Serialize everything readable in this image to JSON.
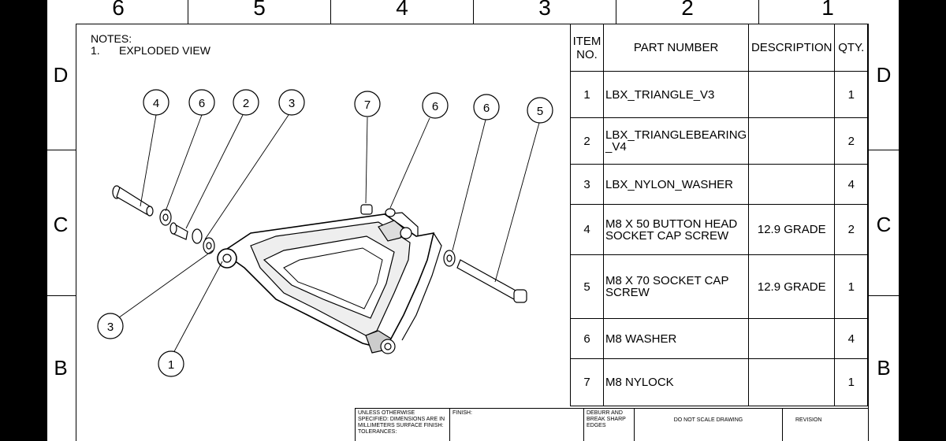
{
  "zones": {
    "columns": [
      "6",
      "5",
      "4",
      "3",
      "2",
      "1"
    ],
    "rows": [
      "D",
      "C",
      "B"
    ]
  },
  "notes": {
    "heading": "NOTES:",
    "item_number": "1.",
    "item_text": "EXPLODED VIEW"
  },
  "bom": {
    "headers": {
      "item": "ITEM NO.",
      "part_number": "PART NUMBER",
      "description": "DESCRIPTION",
      "qty": "QTY."
    },
    "rows": [
      {
        "item": "1",
        "part_number": "LBX_TRIANGLE_V3",
        "description": "",
        "qty": "1"
      },
      {
        "item": "2",
        "part_number": "LBX_TRIANGLEBEARING _V4",
        "description": "",
        "qty": "2"
      },
      {
        "item": "3",
        "part_number": "LBX_NYLON_WASHER",
        "description": "",
        "qty": "4"
      },
      {
        "item": "4",
        "part_number": "M8 X 50 BUTTON HEAD SOCKET CAP SCREW",
        "description": "12.9 GRADE",
        "qty": "2"
      },
      {
        "item": "5",
        "part_number": "M8 X 70 SOCKET CAP SCREW",
        "description": "12.9 GRADE",
        "qty": "1"
      },
      {
        "item": "6",
        "part_number": "M8 WASHER",
        "description": "",
        "qty": "4"
      },
      {
        "item": "7",
        "part_number": "M8 NYLOCK",
        "description": "",
        "qty": "1"
      }
    ]
  },
  "balloons": [
    "4",
    "6",
    "2",
    "3",
    "7",
    "6",
    "6",
    "5",
    "3",
    "1"
  ],
  "title_block": {
    "tolerance_note": "UNLESS OTHERWISE SPECIFIED: DIMENSIONS ARE IN MILLIMETERS SURFACE FINISH: TOLERANCES:",
    "finish": "FINISH:",
    "deburr": "DEBURR AND BREAK SHARP EDGES",
    "do_not_scale": "DO NOT SCALE DRAWING",
    "revision": "REVISION"
  }
}
